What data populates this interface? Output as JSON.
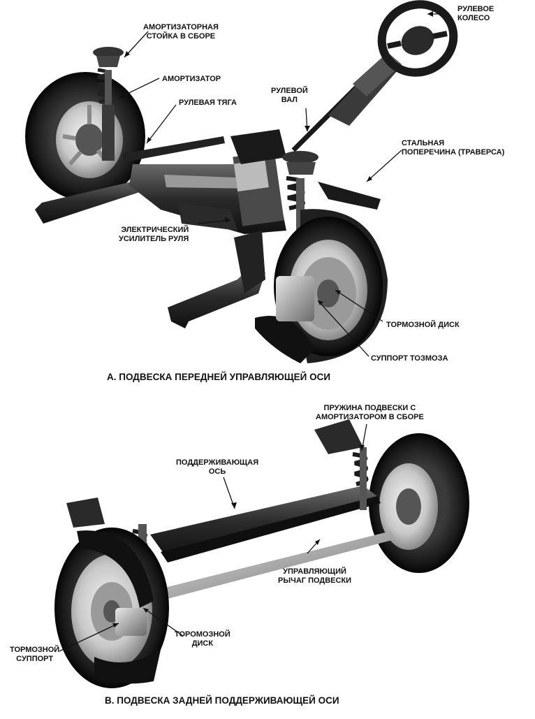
{
  "front": {
    "caption": "А. ПОДВЕСКА ПЕРЕДНЕЙ УПРАВЛЯЮЩЕЙ ОСИ",
    "labels": {
      "steering_wheel": "РУЛЕВОЕ\nКОЛЕСО",
      "strut_assembly": "АМОРТИЗАТОРНАЯ\nСТОЙКА В СБОРЕ",
      "shock_absorber": "АМОРТИЗАТОР",
      "tie_rod": "РУЛЕВАЯ ТЯГА",
      "steering_shaft": "РУЛЕВОЙ\nВАЛ",
      "crossmember": "СТАЛЬНАЯ\nПОПЕРЕЧИНА (ТРАВЕРСА)",
      "power_steering": "ЭЛЕКТРИЧЕСКИЙ\nУСИЛИТЕЛЬ РУЛЯ",
      "brake_disc": "ТОРМОЗНОЙ ДИСК",
      "brake_caliper": "СУППОРТ ТОЗМОЗА"
    }
  },
  "rear": {
    "caption": "В. ПОДВЕСКА ЗАДНЕЙ ПОДДЕРЖИВАЮЩЕЙ ОСИ",
    "labels": {
      "spring_assembly": "ПРУЖИНА ПОДВЕСКИ С\nАМОРТИЗАТОРОМ В СБОРЕ",
      "support_axle": "ПОДДЕРЖИВАЮЩАЯ\nОСЬ",
      "control_arm": "УПРАВЛЯЮЩИЙ\nРЫЧАГ ПОДВЕСКИ",
      "brake_disc": "ТОРОМОЗНОЙ\nДИСК",
      "brake_caliper": "ТОРМОЗНОЙ\nСУППОРТ"
    }
  }
}
